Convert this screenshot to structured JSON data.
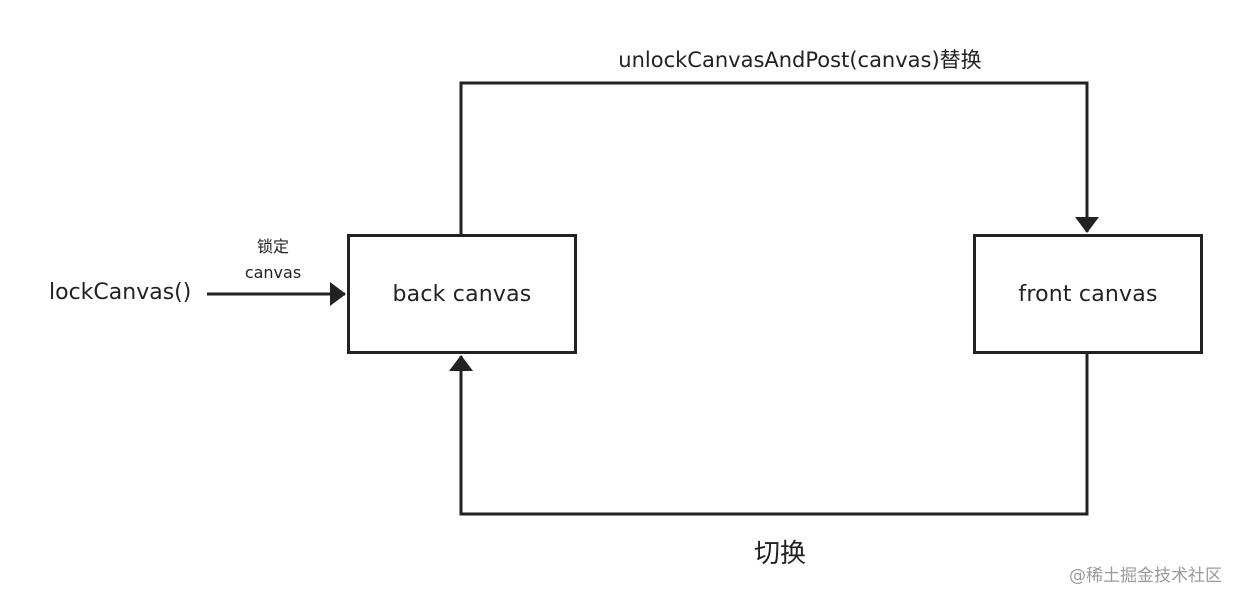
{
  "nodes": {
    "back_canvas": "back canvas",
    "front_canvas": "front canvas"
  },
  "edges": {
    "lock_call": "lockCanvas()",
    "lock_note_line1": "锁定",
    "lock_note_line2": "canvas",
    "swap_top": "unlockCanvasAndPost(canvas)替换",
    "switch_bottom": "切换"
  },
  "watermark": "@稀土掘金技术社区",
  "colors": {
    "stroke": "#222222",
    "background": "#ffffff",
    "watermark": "#9a9a9a"
  }
}
